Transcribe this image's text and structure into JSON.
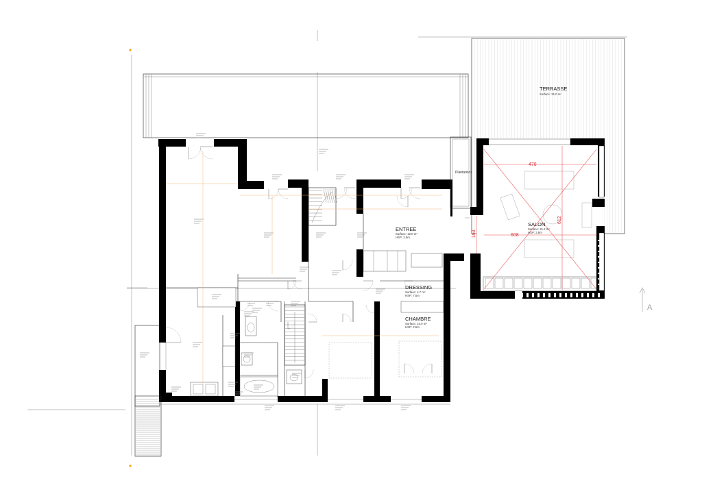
{
  "colors": {
    "wall": "#000000",
    "dimension": "#d8343a",
    "guide": "#f2b36b",
    "marker": "#f2a51a",
    "north": "#999999"
  },
  "rooms": {
    "terrasse": {
      "name": "TERRASSE",
      "area": "Surface: 31.0 m²"
    },
    "salon": {
      "name": "SALON",
      "area": "Surface: 31.2 m²",
      "height": "HSP: 3.5m"
    },
    "entree": {
      "name": "ENTREE",
      "area": "Surface: 12.0 m²",
      "height": "HSP: 2.5m"
    },
    "dressing": {
      "name": "DRESSING",
      "area": "Surface: 4.7 m²",
      "height": "HSP: 7.5m"
    },
    "chambre": {
      "name": "CHAMBRE",
      "area": "Surface: 10.0 m²",
      "height": "HSP: 2.5m"
    },
    "plantations": {
      "name": "Plantations"
    }
  },
  "dimensions": {
    "d478": "478",
    "d608": "608",
    "d612": "612",
    "d163": "163"
  },
  "north": {
    "letter": "A"
  }
}
